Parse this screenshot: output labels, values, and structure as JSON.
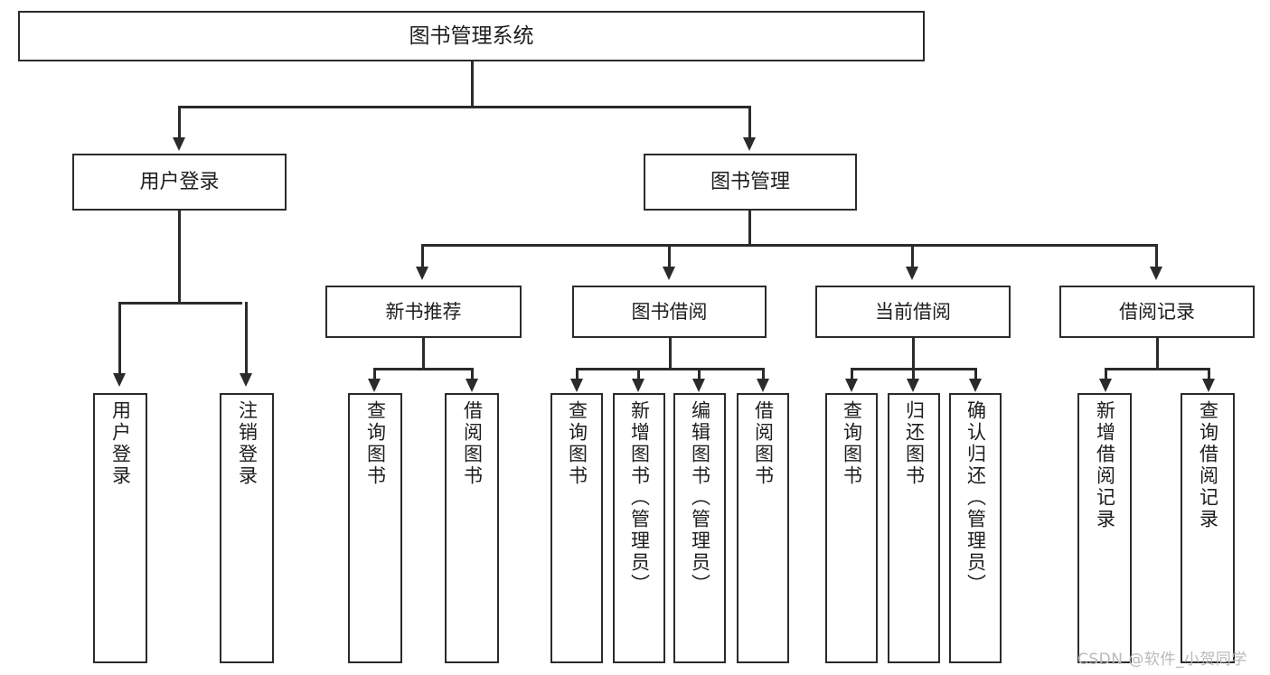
{
  "diagram": {
    "title": "图书管理系统",
    "type": "hierarchy-tree",
    "root": {
      "label": "图书管理系统"
    },
    "level2": [
      {
        "label": "用户登录"
      },
      {
        "label": "图书管理"
      }
    ],
    "level3": [
      {
        "label": "新书推荐"
      },
      {
        "label": "图书借阅"
      },
      {
        "label": "当前借阅"
      },
      {
        "label": "借阅记录"
      }
    ],
    "leaves": {
      "user_login": [
        {
          "label": "用户登录"
        },
        {
          "label": "注销登录"
        }
      ],
      "new_book_recommend": [
        {
          "label": "查询图书"
        },
        {
          "label": "借阅图书"
        }
      ],
      "book_borrow": [
        {
          "label": "查询图书"
        },
        {
          "label": "新增图书（管理员）"
        },
        {
          "label": "编辑图书（管理员）"
        },
        {
          "label": "借阅图书"
        }
      ],
      "current_borrow": [
        {
          "label": "查询图书"
        },
        {
          "label": "归还图书"
        },
        {
          "label": "确认归还（管理员）"
        }
      ],
      "borrow_record": [
        {
          "label": "新增借阅记录"
        },
        {
          "label": "查询借阅记录"
        }
      ]
    }
  },
  "watermark": {
    "text": "CSDN @软件_小贺同学"
  },
  "colors": {
    "stroke": "#2b2b2b",
    "background": "#ffffff",
    "text": "#1d1d1d",
    "watermark": "#b9b9b9"
  }
}
